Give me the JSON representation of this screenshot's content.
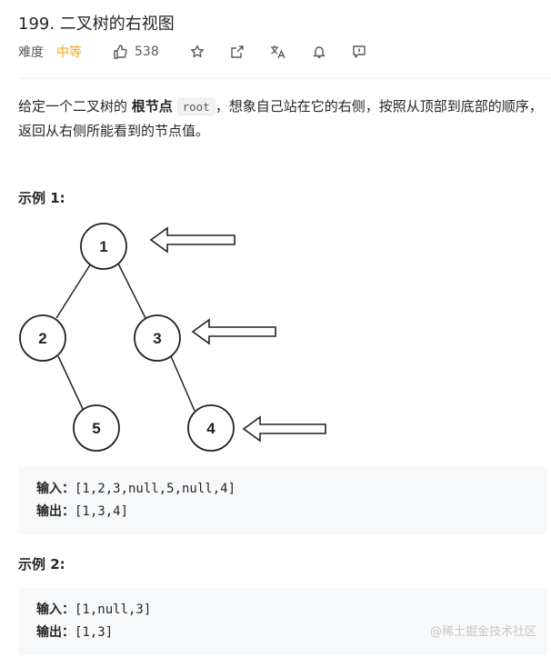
{
  "problem": {
    "title": "199. 二叉树的右视图",
    "difficulty_label": "难度",
    "difficulty": "中等",
    "likes": "538"
  },
  "description": {
    "part1": "给定一个二叉树的 ",
    "bold": "根节点",
    "code": "root",
    "part2": "，想象自己站在它的右侧，按照从顶部到底部的顺序，返回从右侧所能看到的节点值。"
  },
  "examples": [
    {
      "title": "示例 1:",
      "input_label": "输入：",
      "input": "[1,2,3,null,5,null,4]",
      "output_label": "输出：",
      "output": "[1,3,4]"
    },
    {
      "title": "示例 2:",
      "input_label": "输入：",
      "input": "[1,null,3]",
      "output_label": "输出：",
      "output": "[1,3]"
    }
  ],
  "tree": {
    "nodes": [
      "1",
      "2",
      "3",
      "5",
      "4"
    ]
  },
  "watermark": "@稀土掘金技术社区"
}
